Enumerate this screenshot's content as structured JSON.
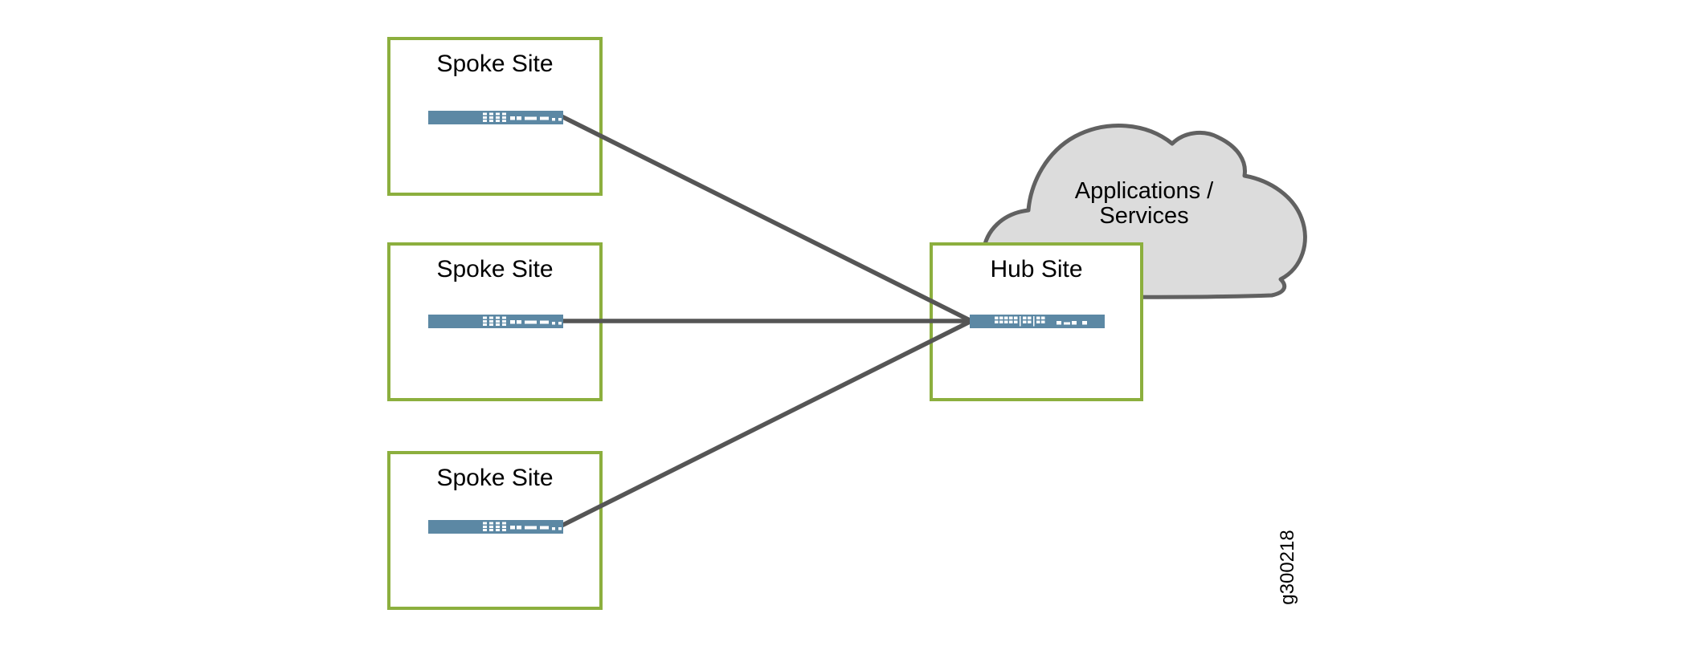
{
  "diagram": {
    "spoke_sites": [
      {
        "label": "Spoke Site"
      },
      {
        "label": "Spoke Site"
      },
      {
        "label": "Spoke Site"
      }
    ],
    "hub_site": {
      "label": "Hub Site"
    },
    "cloud": {
      "lines": [
        "Applications /",
        "Services"
      ]
    },
    "figure_id": "g300218",
    "icons": {
      "spoke_device": "switch-device-icon",
      "hub_device": "switch-device-icon",
      "cloud": "cloud-icon"
    },
    "colors": {
      "box_border": "#8caf3e",
      "device_fill": "#5c88a4",
      "device_marks": "#ffffff",
      "cloud_fill": "#dcdcdc",
      "cloud_stroke": "#616161",
      "line_color": "#555555",
      "text_color": "#000000"
    }
  }
}
